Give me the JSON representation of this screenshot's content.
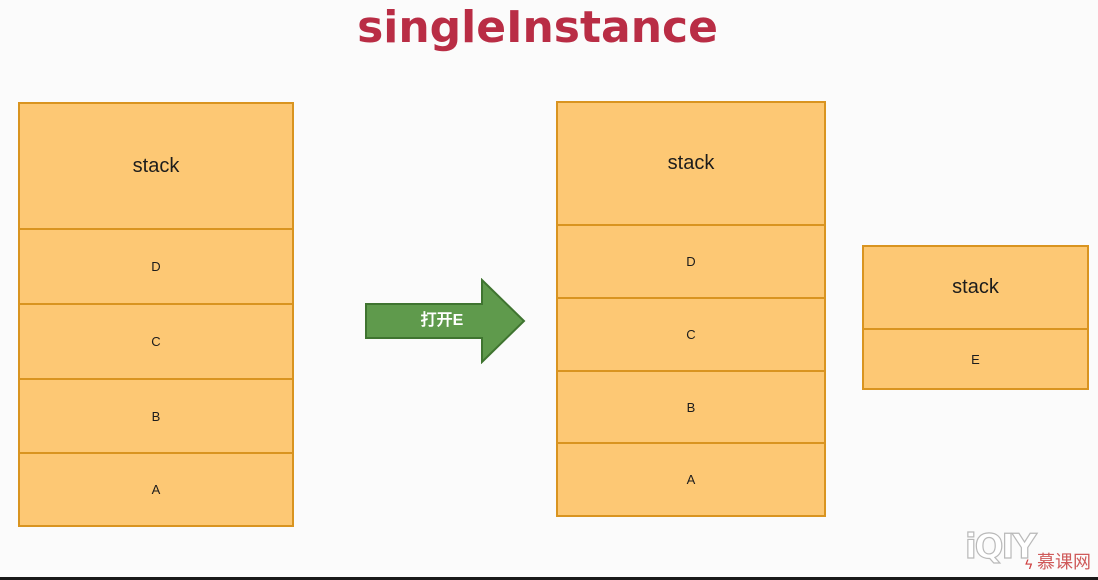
{
  "title": "singleInstance",
  "stacks": {
    "left": {
      "header": "stack",
      "items": [
        "D",
        "C",
        "B",
        "A"
      ]
    },
    "middle": {
      "header": "stack",
      "items": [
        "D",
        "C",
        "B",
        "A"
      ]
    },
    "right": {
      "header": "stack",
      "items": [
        "E"
      ]
    }
  },
  "arrow": {
    "label": "打开E"
  },
  "watermark": {
    "brand": "慕课网"
  },
  "colors": {
    "title": "#b92d45",
    "stack_fill": "#fdc874",
    "stack_border": "#d99420",
    "arrow_fill": "#5f9a4c",
    "arrow_border": "#3f7430"
  }
}
